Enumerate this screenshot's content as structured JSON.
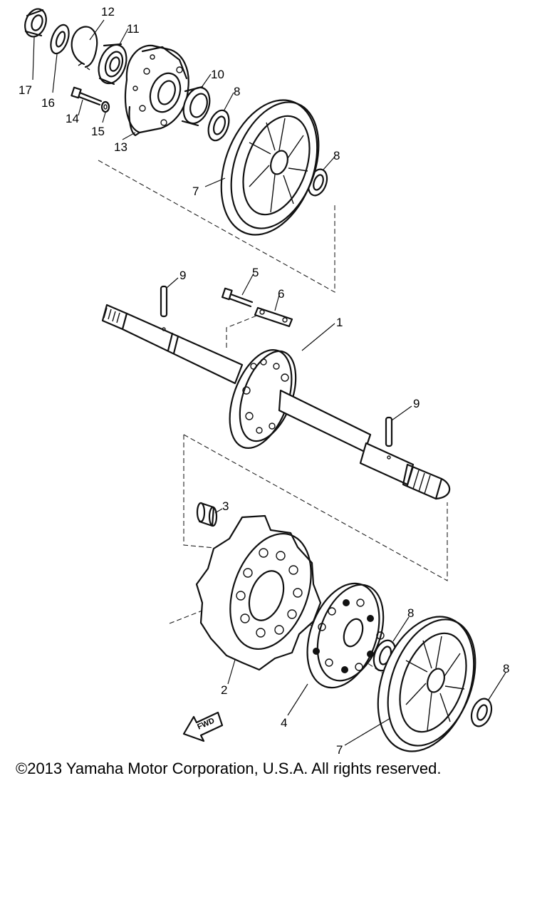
{
  "callouts": {
    "c1": "1",
    "c2": "2",
    "c3": "3",
    "c4": "4",
    "c5": "5",
    "c6": "6",
    "c7a": "7",
    "c7b": "7",
    "c8a": "8",
    "c8b": "8",
    "c8c": "8",
    "c8d": "8",
    "c9a": "9",
    "c9b": "9",
    "c10": "10",
    "c11": "11",
    "c12": "12",
    "c13": "13",
    "c14": "14",
    "c15": "15",
    "c16": "16",
    "c17": "17"
  },
  "fwd_label": "FWD",
  "copyright": "©2013 Yamaha Motor Corporation, U.S.A. All rights reserved."
}
